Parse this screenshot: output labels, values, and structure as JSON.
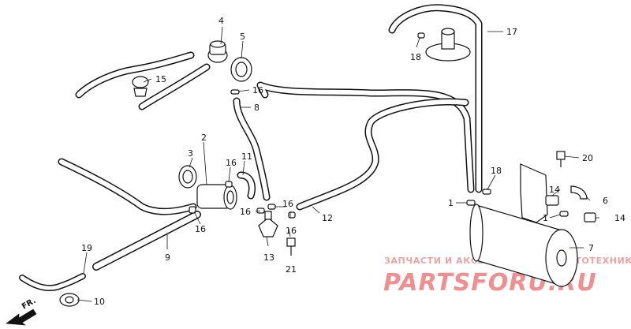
{
  "callouts": [
    {
      "id": "c1a",
      "text": "1"
    },
    {
      "id": "c1b",
      "text": "1"
    },
    {
      "id": "c2",
      "text": "2"
    },
    {
      "id": "c3",
      "text": "3"
    },
    {
      "id": "c4",
      "text": "4"
    },
    {
      "id": "c5",
      "text": "5"
    },
    {
      "id": "c6",
      "text": "6"
    },
    {
      "id": "c7",
      "text": "7"
    },
    {
      "id": "c8",
      "text": "8"
    },
    {
      "id": "c9",
      "text": "9"
    },
    {
      "id": "c10",
      "text": "10"
    },
    {
      "id": "c11",
      "text": "11"
    },
    {
      "id": "c12",
      "text": "12"
    },
    {
      "id": "c13",
      "text": "13"
    },
    {
      "id": "c14a",
      "text": "14"
    },
    {
      "id": "c14b",
      "text": "14"
    },
    {
      "id": "c15",
      "text": "15"
    },
    {
      "id": "c16a",
      "text": "16"
    },
    {
      "id": "c16b",
      "text": "16"
    },
    {
      "id": "c16c",
      "text": "16"
    },
    {
      "id": "c16d",
      "text": "16"
    },
    {
      "id": "c16e",
      "text": "16"
    },
    {
      "id": "c16f",
      "text": "16"
    },
    {
      "id": "c17",
      "text": "17"
    },
    {
      "id": "c18a",
      "text": "18"
    },
    {
      "id": "c18b",
      "text": "18"
    },
    {
      "id": "c19",
      "text": "19"
    },
    {
      "id": "c20",
      "text": "20"
    },
    {
      "id": "c21",
      "text": "21"
    }
  ],
  "front_marker": "FR.",
  "watermark": {
    "top_text": "ЗАПЧАСТИ И АКСЕССУАРЫ ДЛЯ МОТОТЕХНИКИ",
    "logo_text": "PARTSFORU.RU",
    "color": "#e8a3a3"
  },
  "line_color": "#111111"
}
